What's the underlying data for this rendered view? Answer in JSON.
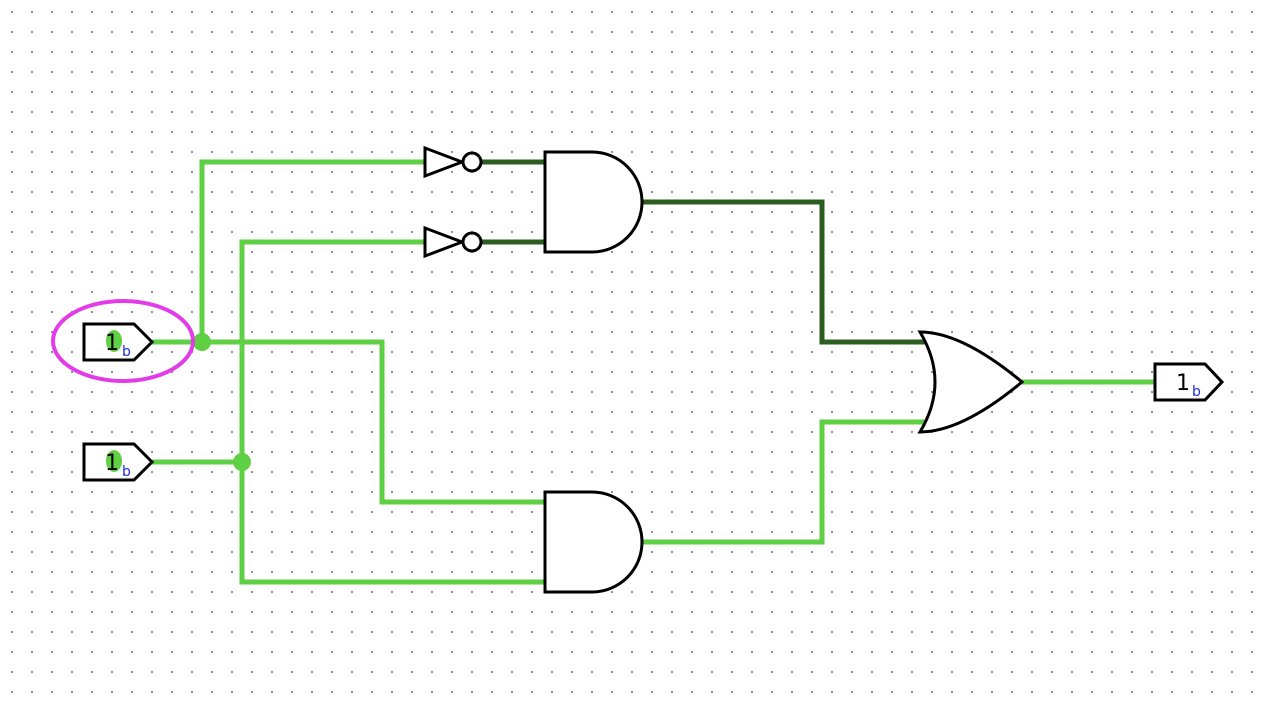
{
  "circuit": {
    "inputs": [
      {
        "id": "input-a",
        "value": "1",
        "radix": "b"
      },
      {
        "id": "input-b",
        "value": "1",
        "radix": "b"
      }
    ],
    "output": {
      "id": "output-y",
      "value": "1",
      "radix": "b"
    },
    "gates": [
      "NOT",
      "NOT",
      "AND",
      "AND",
      "OR"
    ],
    "colors": {
      "wire_high": "#5fcf43",
      "wire_low": "#2c5e1f",
      "selection": "#e23ce8",
      "radix_text": "#1f2bd6"
    },
    "selected": "input-a"
  }
}
